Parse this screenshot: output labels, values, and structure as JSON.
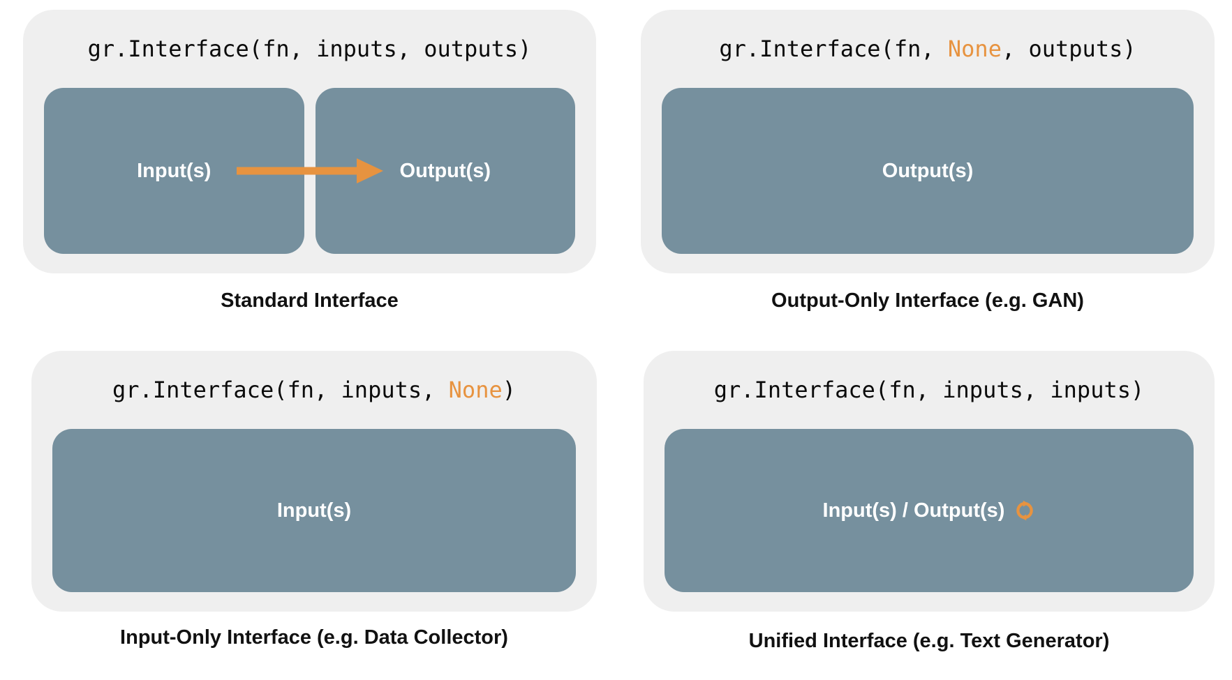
{
  "colors": {
    "panel_bg": "#efefef",
    "box_bg": "#76909e",
    "accent_orange": "#e79340",
    "box_text": "#ffffff",
    "code_text": "#0b0b0b",
    "caption_text": "#111111"
  },
  "icons": {
    "flow_arrow": "arrow-right-icon",
    "unified_cycle": "sync-icon"
  },
  "panels": [
    {
      "code_pre": "gr.Interface(fn, inputs, outputs)",
      "code_highlight": "",
      "code_post": "",
      "boxes": [
        "Input(s)",
        "Output(s)"
      ],
      "caption": "Standard Interface"
    },
    {
      "code_pre": "gr.Interface(fn, ",
      "code_highlight": "None",
      "code_post": ", outputs)",
      "boxes": [
        "Output(s)"
      ],
      "caption": "Output-Only Interface (e.g. GAN)"
    },
    {
      "code_pre": "gr.Interface(fn, inputs, ",
      "code_highlight": "None",
      "code_post": ")",
      "boxes": [
        "Input(s)"
      ],
      "caption": "Input-Only Interface (e.g. Data Collector)"
    },
    {
      "code_pre": "gr.Interface(fn, inputs, inputs)",
      "code_highlight": "",
      "code_post": "",
      "boxes": [
        "Input(s) / Output(s)"
      ],
      "caption": "Unified Interface (e.g. Text Generator)"
    }
  ]
}
